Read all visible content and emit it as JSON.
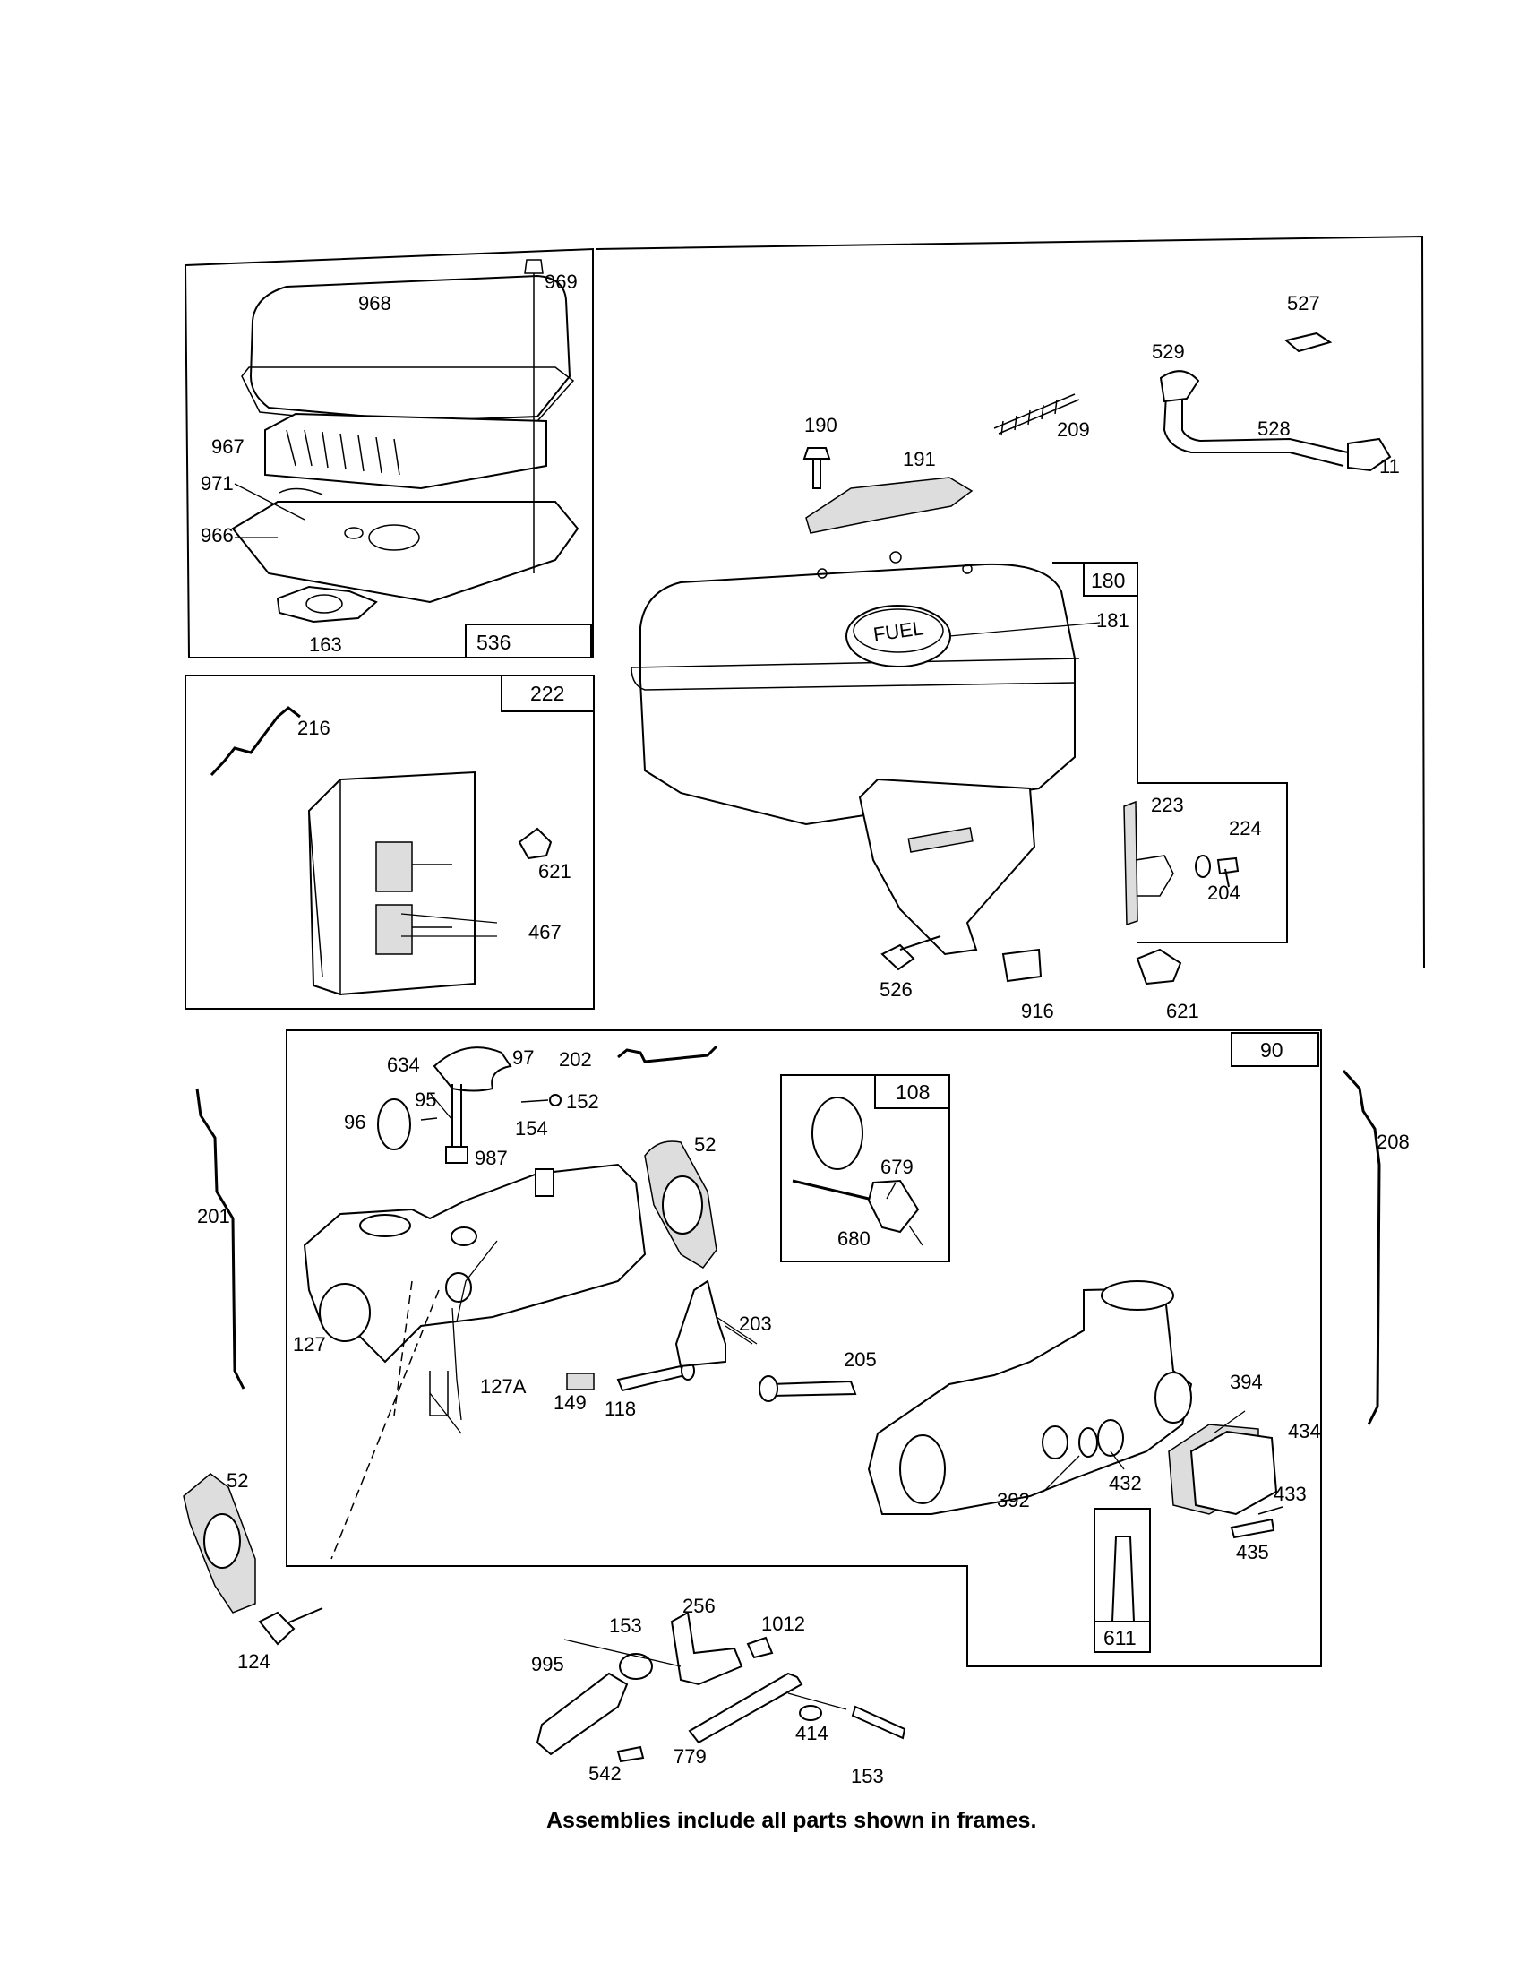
{
  "caption": "Assemblies include all parts shown in frames.",
  "assembly_labels": {
    "a536": "536",
    "a222": "222",
    "a180": "180",
    "a90": "90",
    "a108": "108",
    "a611": "611"
  },
  "part_labels": {
    "p969": "969",
    "p968": "968",
    "p967": "967",
    "p971": "971",
    "p966": "966",
    "p163": "163",
    "p216": "216",
    "p621a": "621",
    "p467": "467",
    "p527": "527",
    "p529": "529",
    "p209": "209",
    "p528": "528",
    "p11": "11",
    "p190": "190",
    "p191": "191",
    "p181": "181",
    "p223": "223",
    "p224": "224",
    "p204": "204",
    "p526": "526",
    "p916": "916",
    "p621b": "621",
    "p634": "634",
    "p97": "97",
    "p202": "202",
    "p95": "95",
    "p152": "152",
    "p96": "96",
    "p154": "154",
    "p987": "987",
    "p52a": "52",
    "p679": "679",
    "p680": "680",
    "p201": "201",
    "p208": "208",
    "p127": "127",
    "p127a": "127A",
    "p149": "149",
    "p118": "118",
    "p203": "203",
    "p205": "205",
    "p394": "394",
    "p434": "434",
    "p432": "432",
    "p392": "392",
    "p433": "433",
    "p435": "435",
    "p52b": "52",
    "p124": "124",
    "p256": "256",
    "p153a": "153",
    "p1012": "1012",
    "p995": "995",
    "p779": "779",
    "p542": "542",
    "p414": "414",
    "p153b": "153"
  },
  "fuel_cap_text": "FUEL"
}
